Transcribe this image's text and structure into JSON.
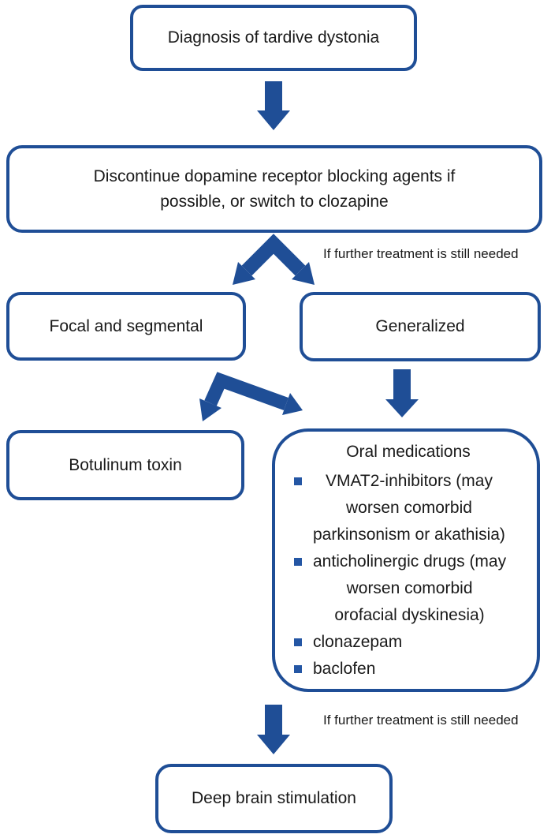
{
  "nodes": {
    "diagnosis": {
      "label": "Diagnosis of tardive dystonia"
    },
    "discontinue": {
      "label": "Discontinue dopamine receptor blocking agents if\npossible, or switch to clozapine"
    },
    "focal": {
      "label": "Focal and segmental"
    },
    "generalized": {
      "label": "Generalized"
    },
    "botulinum": {
      "label": "Botulinum toxin"
    },
    "oral": {
      "title": "Oral medications",
      "items": [
        "VMAT2-inhibitors (may\nworsen comorbid\nparkinsonism or akathisia)",
        "anticholinergic drugs (may\nworsen comorbid\norofacial dyskinesia)",
        "clonazepam",
        "baclofen"
      ]
    },
    "dbs": {
      "label": "Deep brain stimulation"
    }
  },
  "annotations": {
    "after_discontinue": "If further treatment is still needed",
    "after_oral": "If further treatment is still needed"
  },
  "colors": {
    "accent_blue": "#1f4e96",
    "bullet_blue": "#2456a4",
    "text": "#1a1a1a",
    "background": "#ffffff"
  }
}
